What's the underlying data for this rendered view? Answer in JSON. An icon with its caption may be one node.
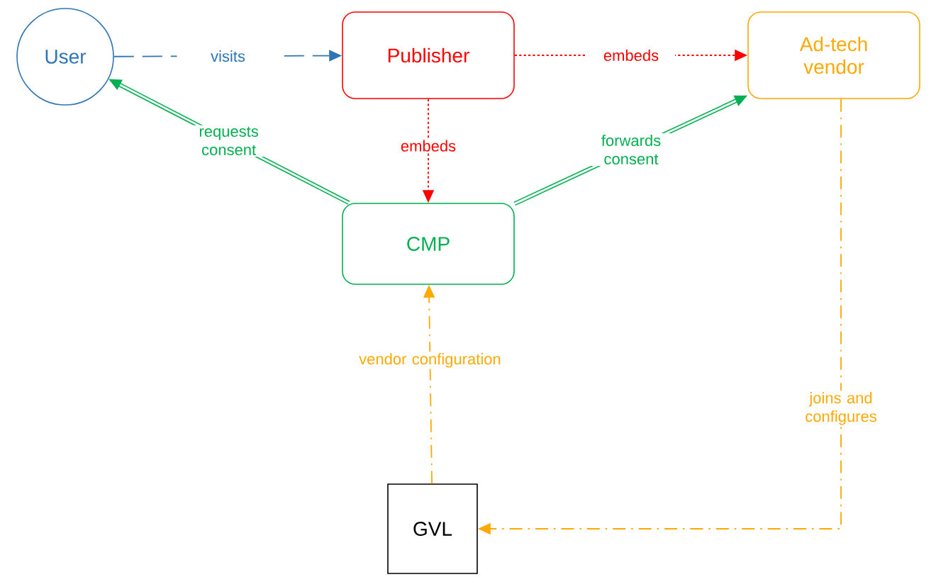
{
  "diagram": {
    "nodes": [
      {
        "text": [
          "User"
        ]
      },
      {
        "text": [
          "Publisher"
        ]
      },
      {
        "text": [
          "Ad-tech vendor"
        ]
      },
      {
        "text": [
          "CMP"
        ]
      },
      {
        "text": [
          "GVL"
        ]
      }
    ],
    "edges": [
      {
        "from": 0,
        "to": 1,
        "arrow": "to",
        "label": "visits",
        "style": "dashed",
        "color": "#2e75b6"
      },
      {
        "from": 1,
        "to": 2,
        "arrow": "to",
        "label": "embeds",
        "style": "dashed",
        "color": "#ff0000"
      },
      {
        "from": 1,
        "to": 3,
        "arrow": "to",
        "label": "embeds",
        "style": "dashed",
        "color": "#ff0000"
      },
      {
        "from": 3,
        "to": 0,
        "arrow": "to",
        "label": "requests consent",
        "style": "thick",
        "color": "#00b050"
      },
      {
        "from": 3,
        "to": 2,
        "arrow": "to",
        "label": "forwards consent",
        "style": "thick",
        "color": "#00b050"
      },
      {
        "from": 4,
        "to": 3,
        "arrow": "to",
        "label": "vendor configuration",
        "style": "dashed",
        "color": "#ffa800"
      },
      {
        "from": 2,
        "to": 4,
        "arrow": "to",
        "label": "joins and configures",
        "style": "dashed",
        "color": "#ffa800"
      }
    ]
  }
}
